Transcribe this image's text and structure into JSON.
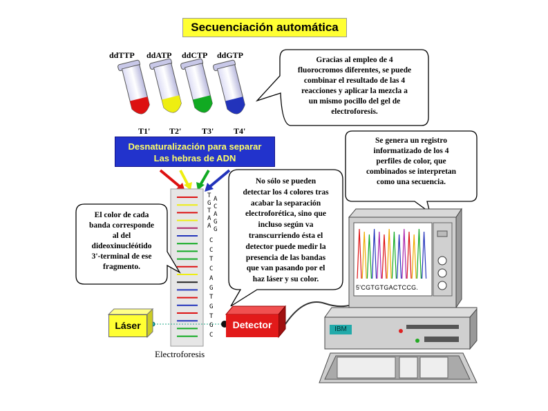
{
  "title": "Secuenciación automática",
  "tubes": [
    {
      "label": "ddTTP",
      "tag": "T1'",
      "color": "#dd1111"
    },
    {
      "label": "ddATP",
      "tag": "T2'",
      "color": "#eeee11"
    },
    {
      "label": "ddCTP",
      "tag": "T3'",
      "color": "#11aa22"
    },
    {
      "label": "ddGTP",
      "tag": "T4'",
      "color": "#2233bb"
    }
  ],
  "banner": {
    "line1": "Desnaturalización para separar",
    "line2": "Las hebras de ADN"
  },
  "callouts": {
    "fluorocromos": [
      "Gracias al empleo de 4",
      "fluorocromos diferentes, se puede",
      "combinar el resultado de las 4",
      "reacciones y aplicar la mezcla a",
      "un mismo pocillo del gel de",
      "electroforesis."
    ],
    "registro": [
      "Se genera un registro",
      "informatizado de los 4",
      "perfiles de color, que",
      "combinados se interpretan",
      "como una secuencia."
    ],
    "color_banda": [
      "El color de cada",
      "banda corresponde",
      "al del",
      "dideoxinucléótido",
      "3'-terminal de ese",
      "fragmento."
    ],
    "deteccion": [
      "No sólo se pueden",
      "detectar los 4 colores tras",
      "acabar la separación",
      "electroforética, sino que",
      "incluso según va",
      "transcurriendo ésta el",
      "detector puede medir la",
      "presencia de las bandas",
      "que van pasando por el",
      "haz láser y su color."
    ]
  },
  "gel_bands": [
    "#dd1111",
    "#eeee11",
    "#dd1111",
    "#eeee11",
    "#aa2266",
    "#2233bb",
    "#11aa22",
    "#11aa22",
    "#11aa22",
    "#dd1111",
    "#eeee11",
    "#222222",
    "#2233bb",
    "#dd1111",
    "#2233bb",
    "#dd1111",
    "#2233bb",
    "#11aa22",
    "#11aa22"
  ],
  "sequence_pairs": [
    [
      "T",
      "A"
    ],
    [
      "G",
      "C"
    ],
    [
      "T",
      "A"
    ],
    [
      "A",
      "G"
    ],
    [
      "A",
      "G"
    ]
  ],
  "sequence_single": [
    "C",
    "C",
    "T",
    "C",
    "A",
    "G",
    "T",
    "G",
    "T",
    "G",
    "C"
  ],
  "laser_label": "Láser",
  "detector_label": "Detector",
  "electroforesis_label": "Electroforesis",
  "computer": {
    "readout": "5'CGTGTGACTCCG.",
    "brand": "IBM"
  }
}
